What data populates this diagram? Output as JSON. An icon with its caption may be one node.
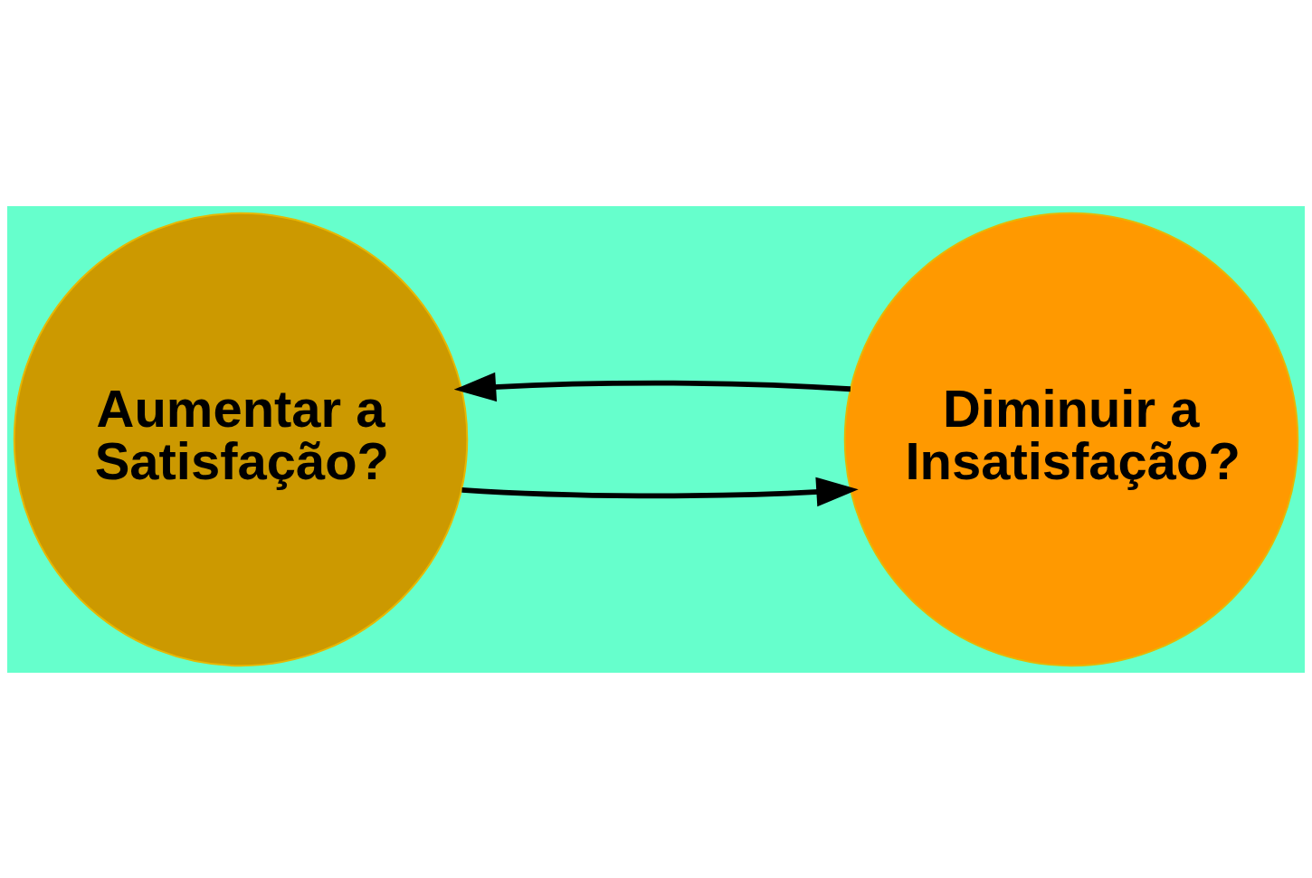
{
  "diagram": {
    "nodes": [
      {
        "text": [
          "Aumentar a Satisfação?"
        ]
      },
      {
        "text": [
          "Diminuir a Insatisfação?"
        ]
      }
    ],
    "edges": [
      {
        "from": 0,
        "to": 1,
        "arrow": "to"
      },
      {
        "from": 1,
        "to": 0,
        "arrow": "to"
      }
    ]
  }
}
